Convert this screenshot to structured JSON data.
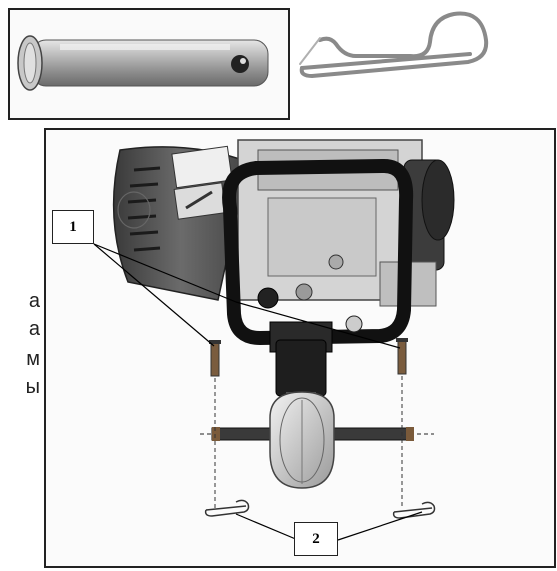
{
  "edge_text": [
    "а",
    "а",
    "м",
    "ы"
  ],
  "callouts": {
    "label_1": "1",
    "label_2": "2"
  },
  "parts": {
    "top_left": "clevis-pin",
    "top_right": "hair-pin-clip",
    "main": "engine-with-handle-and-coupling"
  }
}
